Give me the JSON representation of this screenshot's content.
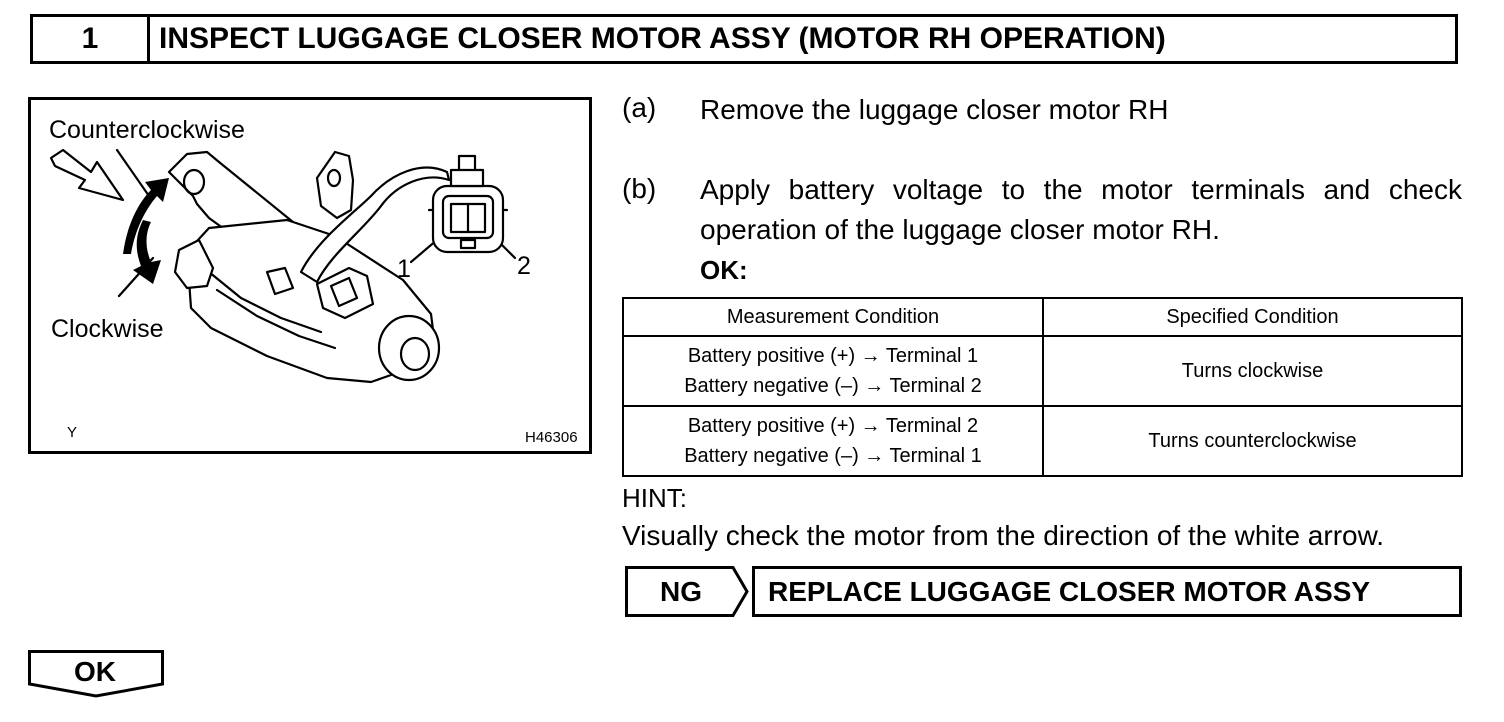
{
  "header": {
    "step_number": "1",
    "title": "INSPECT LUGGAGE CLOSER MOTOR ASSY (MOTOR RH OPERATION)"
  },
  "figure": {
    "label_counterclockwise": "Counterclockwise",
    "label_clockwise": "Clockwise",
    "terminal_1": "1",
    "terminal_2": "2",
    "corner_code": "Y",
    "figure_id": "H46306"
  },
  "steps": [
    {
      "letter": "(a)",
      "text": "Remove the luggage closer motor RH"
    },
    {
      "letter": "(b)",
      "text": "Apply battery voltage to the motor terminals and check operation of the luggage closer motor RH."
    }
  ],
  "ok_label": "OK:",
  "table": {
    "headers": [
      "Measurement Condition",
      "Specified Condition"
    ],
    "rows": [
      {
        "condition_line1": "Battery positive (+) → Terminal 1",
        "condition_line2": "Battery negative (–) → Terminal 2",
        "result": "Turns clockwise"
      },
      {
        "condition_line1": "Battery positive (+) → Terminal 2",
        "condition_line2": "Battery negative (–) → Terminal 1",
        "result": "Turns counterclockwise"
      }
    ]
  },
  "hint": {
    "label": "HINT:",
    "text": "Visually check the motor from the direction of the white arrow."
  },
  "ng": {
    "label": "NG",
    "action": "REPLACE LUGGAGE CLOSER MOTOR ASSY"
  },
  "ok_next": {
    "label": "OK"
  }
}
